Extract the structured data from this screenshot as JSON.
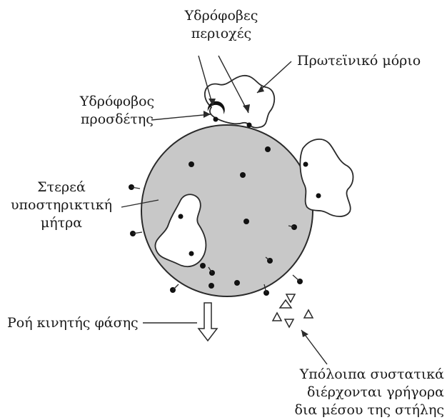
{
  "labels": {
    "hydrophobic_regions": [
      "Υδρόφοβες",
      "περιοχές"
    ],
    "protein_molecule": "Πρωτεϊνικό μόριο",
    "hydrophobic_ligand": [
      "Υδρόφοβος",
      "προσδέτης"
    ],
    "solid_support_matrix": [
      "Στερεά",
      "υποστηρικτική",
      "μήτρα"
    ],
    "mobile_phase_flow": "Ροή κινητής φάσης",
    "other_components": [
      "Υπόλοιπα συστατικά",
      "διέρχονται γρήγορα",
      "δια μέσου της στήλης"
    ]
  },
  "colors": {
    "bead_fill": "#c8c8c8",
    "line": "#2a2a2a",
    "ligand": "#111111"
  }
}
